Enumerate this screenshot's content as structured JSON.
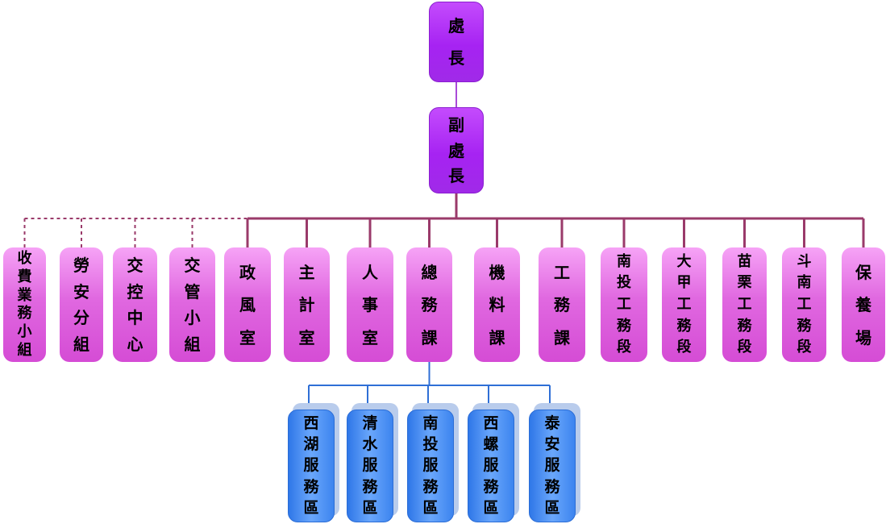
{
  "top": [
    {
      "id": "chief",
      "label": "處長"
    },
    {
      "id": "deputy",
      "label": "副處長"
    }
  ],
  "units": [
    {
      "id": "toll",
      "label": "收費業務小組",
      "link": "dashed"
    },
    {
      "id": "labor",
      "label": "勞安分組",
      "link": "dashed"
    },
    {
      "id": "traffic",
      "label": "交控中心",
      "link": "dashed"
    },
    {
      "id": "tmgmt",
      "label": "交管小組",
      "link": "dashed"
    },
    {
      "id": "ethics",
      "label": "政風室",
      "link": "solid"
    },
    {
      "id": "acct",
      "label": "主計室",
      "link": "solid"
    },
    {
      "id": "personnel",
      "label": "人事室",
      "link": "solid"
    },
    {
      "id": "general",
      "label": "總務課",
      "link": "solid"
    },
    {
      "id": "machinery",
      "label": "機料課",
      "link": "solid"
    },
    {
      "id": "works",
      "label": "工務課",
      "link": "solid"
    },
    {
      "id": "nantou-sec",
      "label": "南投工務段",
      "link": "solid"
    },
    {
      "id": "dajia-sec",
      "label": "大甲工務段",
      "link": "solid"
    },
    {
      "id": "miaoli-sec",
      "label": "苗栗工務段",
      "link": "solid"
    },
    {
      "id": "dounan-sec",
      "label": "斗南工務段",
      "link": "solid"
    },
    {
      "id": "maint",
      "label": "保養場",
      "link": "solid"
    }
  ],
  "service_areas": [
    {
      "id": "xihu",
      "label": "西湖服務區"
    },
    {
      "id": "qingshui",
      "label": "清水服務區"
    },
    {
      "id": "nantou",
      "label": "南投服務區"
    },
    {
      "id": "xiluo",
      "label": "西螺服務區"
    },
    {
      "id": "taian",
      "label": "泰安服務區"
    }
  ],
  "service_parent": "general",
  "colors": {
    "purple": "#a623f2",
    "pink": "#e068e0",
    "blue": "#4d93f5",
    "line_main": "#9a3a6a",
    "line_purple": "#a94ad8",
    "line_blue": "#2f6fd6"
  }
}
